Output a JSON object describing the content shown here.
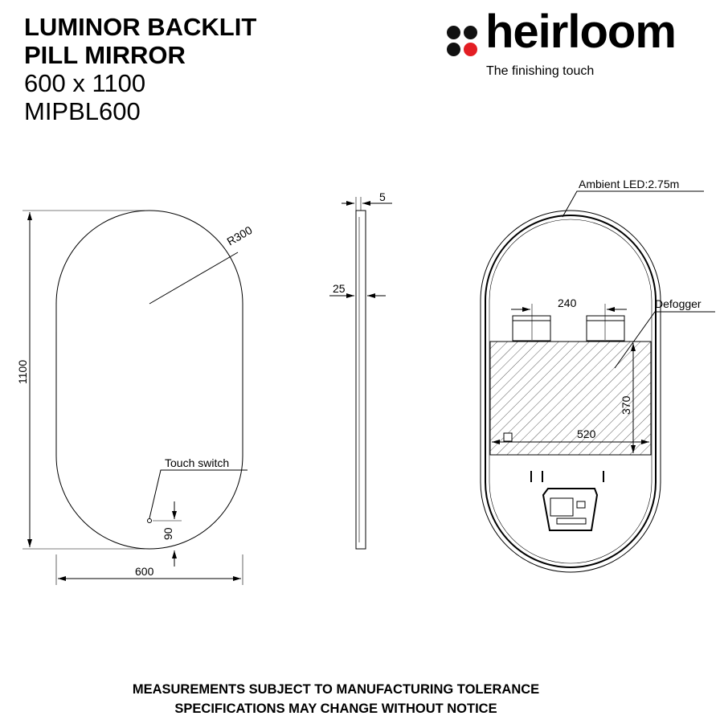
{
  "title": {
    "line1": "LUMINOR BACKLIT",
    "line2": "PILL MIRROR",
    "size": "600 x 1100",
    "code": "MIPBL600"
  },
  "logo": {
    "word": "heirloom",
    "tagline": "The finishing touch",
    "dot_color": "#e31e24"
  },
  "front_view": {
    "height_dim": "1100",
    "width_dim": "600",
    "radius": "R300",
    "touch_switch": "Touch switch",
    "switch_offset": "90"
  },
  "side_view": {
    "thickness_dim": "5",
    "depth_dim": "25"
  },
  "back_view": {
    "ambient_led": "Ambient LED:2.75m",
    "defogger": "Defogger",
    "spacing_dim": "240",
    "defogger_width": "520",
    "defogger_height": "370"
  },
  "footer": {
    "line1": "MEASUREMENTS SUBJECT TO MANUFACTURING TOLERANCE",
    "line2": "SPECIFICATIONS MAY CHANGE WITHOUT NOTICE"
  }
}
